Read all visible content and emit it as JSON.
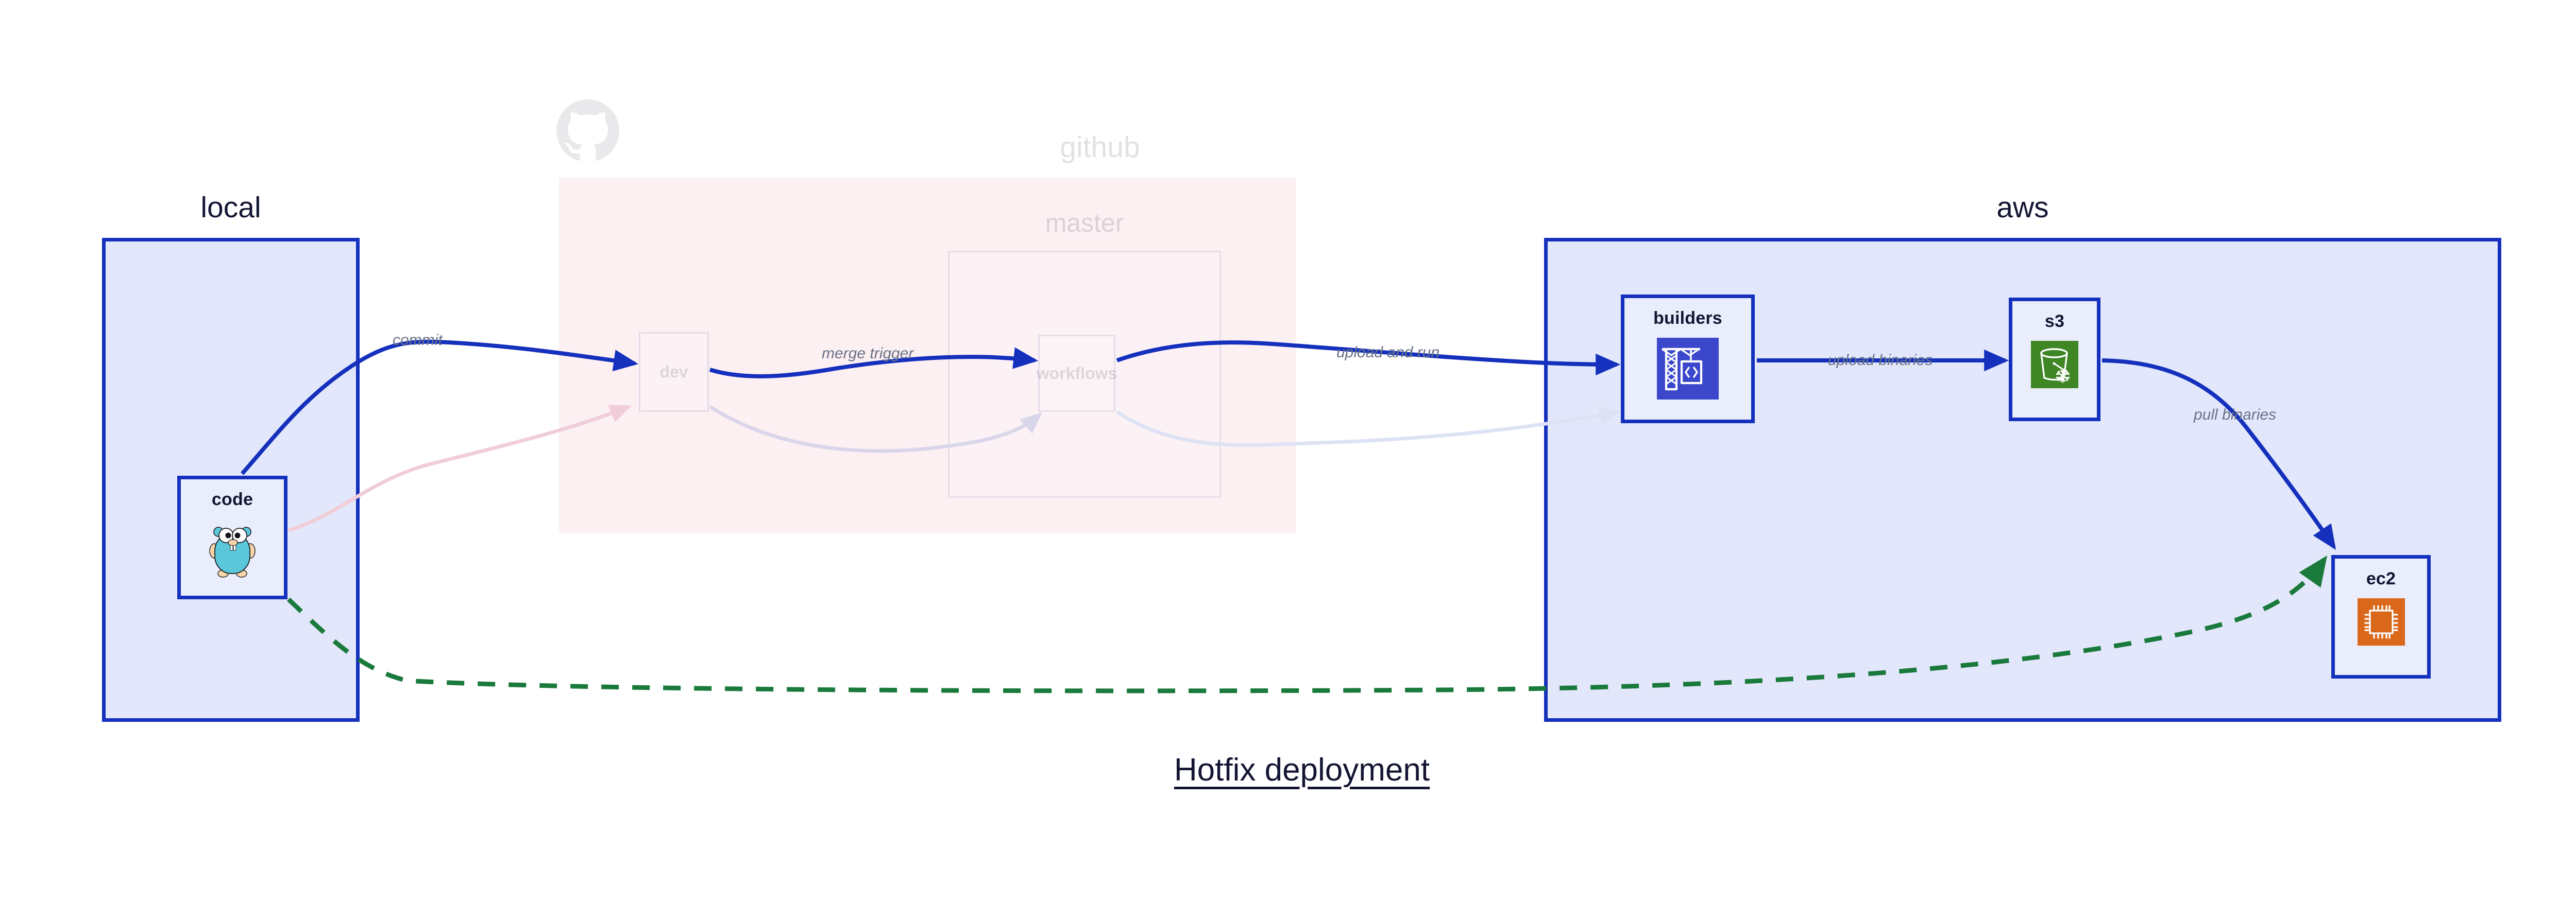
{
  "diagram": {
    "title": "Hotfix deployment",
    "background": "#ffffff",
    "accent_blue": "#1430bd",
    "node_fill": "#eaeefc",
    "cluster_fill_blue": "#e2e7fb",
    "cluster_fill_pink": "#fae7ec",
    "edge_label_color": "#6a7287",
    "hotfix_edge_color": "#1a7a3c",
    "text_color": "#131533"
  },
  "clusters": [
    {
      "id": "local",
      "label": "local",
      "style": "blue",
      "dimmed": false
    },
    {
      "id": "github",
      "label": "github",
      "style": "pink",
      "dimmed": true
    },
    {
      "id": "master",
      "label": "master",
      "style": "nested",
      "dimmed": true
    },
    {
      "id": "aws",
      "label": "aws",
      "style": "blue",
      "dimmed": false
    }
  ],
  "nodes": [
    {
      "id": "code",
      "label": "code",
      "cluster": "local",
      "icon": "go-gopher-icon",
      "dimmed": false
    },
    {
      "id": "dev",
      "label": "dev",
      "cluster": "github",
      "icon": "none",
      "dimmed": true
    },
    {
      "id": "workflows",
      "label": "workflows",
      "cluster": "master",
      "icon": "none",
      "dimmed": true
    },
    {
      "id": "builders",
      "label": "builders",
      "cluster": "aws",
      "icon": "aws-codebuild-icon",
      "dimmed": false
    },
    {
      "id": "s3",
      "label": "s3",
      "cluster": "aws",
      "icon": "aws-s3-glacier-icon",
      "dimmed": false
    },
    {
      "id": "ec2",
      "label": "ec2",
      "cluster": "aws",
      "icon": "aws-ec2-chip-icon",
      "dimmed": false
    }
  ],
  "edges": [
    {
      "id": "commit",
      "from": "code",
      "to": "dev",
      "label": "commit",
      "color": "#1430bd",
      "style": "solid",
      "dimmed": false
    },
    {
      "id": "merge-trigger",
      "from": "dev",
      "to": "workflows",
      "label": "merge trigger",
      "color": "#1430bd",
      "style": "solid",
      "dimmed": false
    },
    {
      "id": "upload-and-run",
      "from": "workflows",
      "to": "builders",
      "label": "upload and run",
      "color": "#1430bd",
      "style": "solid",
      "dimmed": false
    },
    {
      "id": "upload-binaries",
      "from": "builders",
      "to": "s3",
      "label": "upload binaries",
      "color": "#1430bd",
      "style": "solid",
      "dimmed": false
    },
    {
      "id": "pull-binaries",
      "from": "s3",
      "to": "ec2",
      "label": "pull binaries",
      "color": "#1430bd",
      "style": "solid",
      "dimmed": false
    },
    {
      "id": "hotfix-direct",
      "from": "code",
      "to": "ec2",
      "label": "",
      "color": "#1a7a3c",
      "style": "dashed",
      "dimmed": false
    },
    {
      "id": "faded-code-dev",
      "from": "code",
      "to": "dev",
      "label": "",
      "color": "#e8b9c6",
      "style": "solid",
      "dimmed": true
    },
    {
      "id": "faded-dev-wf",
      "from": "dev",
      "to": "workflows",
      "label": "",
      "color": "#cdc9e4",
      "style": "solid",
      "dimmed": true
    },
    {
      "id": "faded-wf-build",
      "from": "workflows",
      "to": "builders",
      "label": "",
      "color": "#d6dbf0",
      "style": "solid",
      "dimmed": true
    }
  ],
  "labels": {
    "local": "local",
    "github": "github",
    "master": "master",
    "aws": "aws",
    "code": "code",
    "dev": "dev",
    "workflows": "workflows",
    "builders": "builders",
    "s3": "s3",
    "ec2": "ec2",
    "commit": "commit",
    "merge_trigger": "merge trigger",
    "upload_and_run": "upload and run",
    "upload_binaries": "upload binaries",
    "pull_binaries": "pull binaries",
    "title": "Hotfix deployment"
  }
}
